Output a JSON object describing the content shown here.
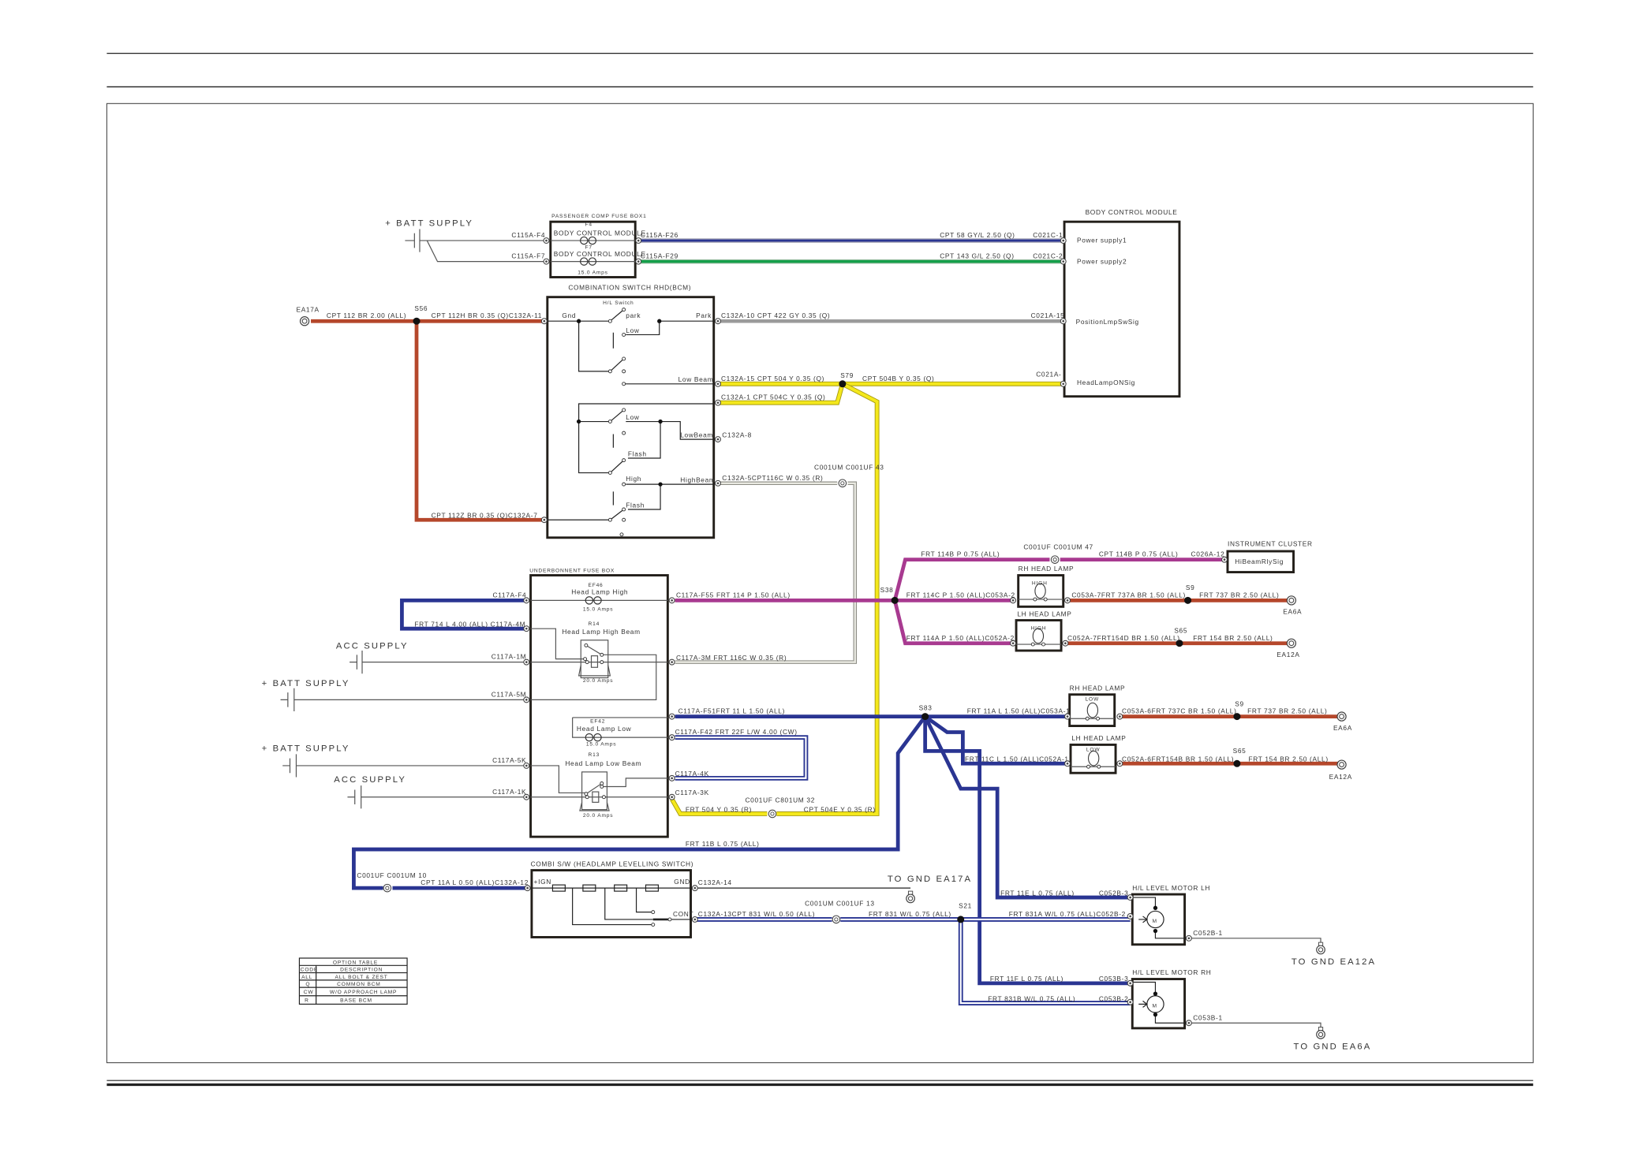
{
  "diagram_type": "wiring-diagram",
  "colors": {
    "red_br": "#b5472b",
    "blue_l": "#2a3592",
    "green_g": "#14a04a",
    "grey_gy": "#9b9b9b",
    "yellow_y": "#f4e81c",
    "pink_p": "#a83a90",
    "white_w": "#e8e8e0",
    "box": "#231f1a"
  },
  "labels": [
    "+ BATT SUPPLY",
    "PASSENGER COMP FUSE BOX1",
    "F4",
    "BODY CONTROL MODULE",
    "F7",
    "BODY CONTROL MODULE",
    "15.0 Amps",
    "C115A-F4",
    "C115A-F7",
    "C115A-F26",
    "C115A-F29",
    "CPT  58 GY/L 2.50 (Q)",
    "C021C-1",
    "CPT  143 G/L 2.50 (Q)",
    "C021C-2",
    "BODY CONTROL MODULE",
    "Power supply1",
    "Power supply2",
    "PositionLmpSwSig",
    "HeadLampONSig",
    "COMBINATION SWITCH RHD(BCM)",
    "EA17A",
    "CPT 112 BR 2.00 (ALL)",
    "S56",
    "CPT 112H BR 0.35 (Q)C132A-11",
    "CPT 112Z BR 0.35 (Q)C132A-7",
    "H/L Switch",
    "Gnd",
    "park",
    "Low",
    "Park",
    "Low Beam",
    "Low",
    "LowBeam",
    "Flash",
    "High",
    "HighBeam",
    "Flash",
    "C132A-10 CPT 422 GY 0.35 (Q)",
    "C021A-15",
    "C132A-15 CPT 504 Y 0.35 (Q)",
    "S79",
    "CPT  504B Y 0.35 (Q)",
    "C021A-",
    "C132A-1  CPT 504C Y 0.35 (Q)",
    "C132A-8",
    "C001UM C001UF 43",
    "C132A-5CPT116C W 0.35 (R)",
    "UNDERBONNENT FUSE BOX",
    "EF46",
    "Head Lamp High",
    "15.0 Amps",
    "R14",
    "Head Lamp High Beam",
    "20.0 Amps",
    "EF42",
    "Head Lamp Low",
    "15.0 Amps",
    "R13",
    "Head Lamp Low Beam",
    "20.0 Amps",
    "C117A-F4",
    "FRT 714 L 4.00 (ALL) C117A-4M",
    "ACC SUPPLY",
    "C117A-1M",
    "+ BATT SUPPLY",
    "C117A-5M",
    "+ BATT SUPPLY",
    "C117A-5K",
    "ACC SUPPLY",
    "C117A-1K",
    "C117A-F55  FRT 114 P 1.50 (ALL)",
    "C117A-3M  FRT 116C W 0.35 (R)",
    "C117A-F51FRT 11 L 1.50 (ALL)",
    "C117A-F42 FRT  22F L/W 4.00 (CW)",
    "C117A-4K",
    "C117A-3K",
    "FRT  504 Y 0.35 (R)",
    "C001UF C801UM 32",
    "CPT 504E Y 0.35 (R)",
    "S38",
    "FRT  114B P 0.75 (ALL)",
    "C001UF C001UM 47",
    "CPT 114B P 0.75 (ALL)",
    "C026A-12",
    "INSTRUMENT CLUSTER",
    "HiBeamRlySig",
    "RH HEAD LAMP",
    "HIGH",
    "FRT 114C P 1.50 (ALL)C053A-2",
    "LH HEAD LAMP",
    "HIGH",
    "FRT 114A P 1.50 (ALL)C052A-2",
    "C053A-7FRT 737A BR 1.50 (ALL)",
    "S9",
    "FRT 737 BR 2.50 (ALL)",
    "EA6A",
    "C052A-7FRT154D BR 1.50 (ALL)",
    "S65",
    "FRT 154 BR 2.50 (ALL)",
    "EA12A",
    "S83",
    "FRT 11A L 1.50 (ALL)C053A-1",
    "RH HEAD LAMP",
    "LOW",
    "C053A-6FRT 737C BR 1.50 (ALL)",
    "S9",
    "FRT 737 BR 2.50 (ALL)",
    "EA6A",
    "FRT 11C L 1.50 (ALL)C052A-1",
    "LH HEAD LAMP",
    "LOW",
    "C052A-6FRT154B BR 1.50 (ALL)",
    "S65",
    "FRT 154 BR 2.50 (ALL)",
    "EA12A",
    "FRT  11B L 0.75 (ALL)",
    "COMBI S/W (HEADLAMP LEVELLING SWITCH)",
    "C001UF C001UM 10",
    "CPT 11A L 0.50 (ALL)C132A-12",
    "+IGN",
    "GND",
    "C132A-14",
    "TO GND EA17A",
    "CONT",
    "C132A-13CPT 831 W/L 0.50 (ALL)",
    "C001UM C001UF 13",
    "FRT 831 W/L 0.75 (ALL)",
    "S21",
    "FRT  831A W/L 0.75 (ALL)C052B-2",
    "FRT 11E L 0.75 (ALL)",
    "C052B-3",
    "H/L LEVEL MOTOR LH",
    "M",
    "C052B-1",
    "TO GND EA12A",
    "FRT  11F L 0.75 (ALL)",
    "C053B-3",
    "H/L LEVEL MOTOR RH",
    "FRT  831B W/L 0.75 (ALL)",
    "C053B-2",
    "M",
    "C053B-1",
    "TO GND EA6A"
  ],
  "option_table": {
    "title": "OPTION TABLE",
    "header": {
      "code": "CODE",
      "description": "DESCRIPTION"
    },
    "rows": [
      {
        "code": "ALL",
        "description": "ALL BOLT & ZEST"
      },
      {
        "code": "Q",
        "description": "COMMON BCM"
      },
      {
        "code": "CW",
        "description": "W/O APPROACH LAMP"
      },
      {
        "code": "R",
        "description": "BASE BCM"
      }
    ]
  }
}
